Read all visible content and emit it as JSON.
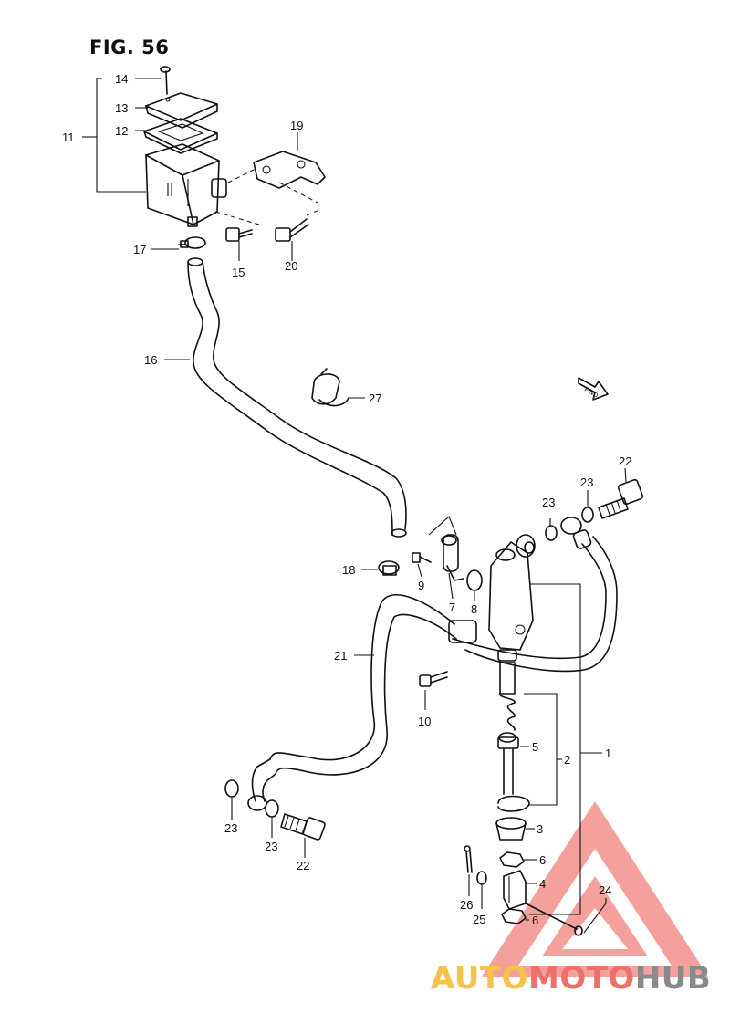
{
  "figure": {
    "title": "FIG. 56",
    "fwd_label": "FWD"
  },
  "callouts": {
    "c1": "1",
    "c2": "2",
    "c3": "3",
    "c4": "4",
    "c5": "5",
    "c6a": "6",
    "c6b": "6",
    "c7": "7",
    "c8": "8",
    "c9": "9",
    "c10": "10",
    "c11": "11",
    "c12": "12",
    "c13": "13",
    "c14": "14",
    "c15": "15",
    "c16": "16",
    "c17": "17",
    "c18": "18",
    "c19": "19",
    "c20": "20",
    "c21": "21",
    "c22a": "22",
    "c22b": "22",
    "c23a": "23",
    "c23b": "23",
    "c23c": "23",
    "c23d": "23",
    "c24": "24",
    "c25": "25",
    "c26": "26",
    "c27": "27"
  },
  "watermark": {
    "part1": "AUTO",
    "part2": "MOTO",
    "part3": "HUB",
    "colors": {
      "auto": "#f6c24a",
      "moto": "#ef6f6a",
      "hub": "#8a8a8a",
      "triangle": "#f2908c"
    }
  }
}
